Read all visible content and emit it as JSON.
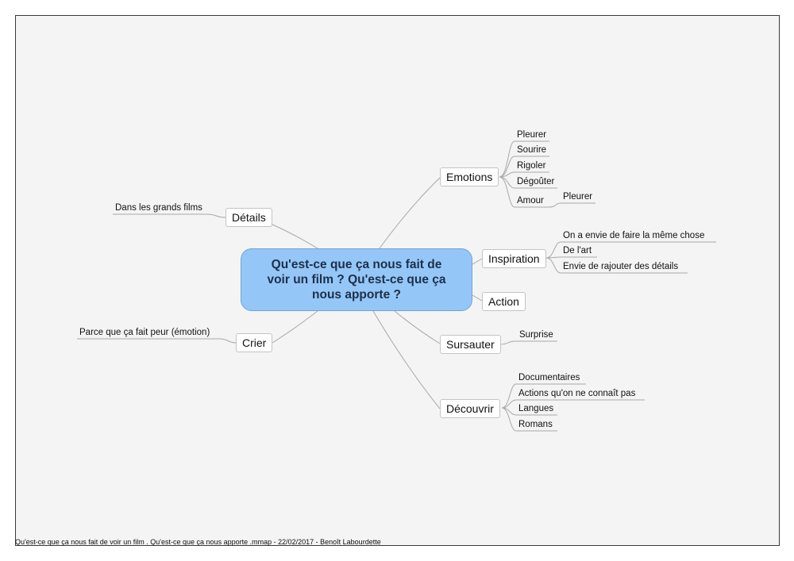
{
  "central_topic": "Qu'est-ce que ça nous fait de voir un film ? Qu'est-ce que ça nous apporte ?",
  "branches": {
    "emotions": {
      "label": "Emotions",
      "leaves": [
        "Pleurer",
        "Sourire",
        "Rigoler",
        "Dégoûter",
        "Amour"
      ],
      "amour_sub": "Pleurer"
    },
    "inspiration": {
      "label": "Inspiration",
      "leaves": [
        "On a envie de faire la même chose",
        "De l'art",
        "Envie de rajouter des détails"
      ]
    },
    "action": {
      "label": "Action"
    },
    "sursauter": {
      "label": "Sursauter",
      "leaves": [
        "Surprise"
      ]
    },
    "decouvrir": {
      "label": "Découvrir",
      "leaves": [
        "Documentaires",
        "Actions qu'on ne connaît pas",
        "Langues",
        "Romans"
      ]
    },
    "details": {
      "label": "Détails",
      "leaves": [
        "Dans les grands films"
      ]
    },
    "crier": {
      "label": "Crier",
      "leaves": [
        "Parce que ça fait peur (émotion)"
      ]
    }
  },
  "footer": "Qu'est-ce que ça nous fait de voir un film . Qu'est-ce que ça nous apporte .mmap - 22/02/2017 - Benoît Labourdette"
}
